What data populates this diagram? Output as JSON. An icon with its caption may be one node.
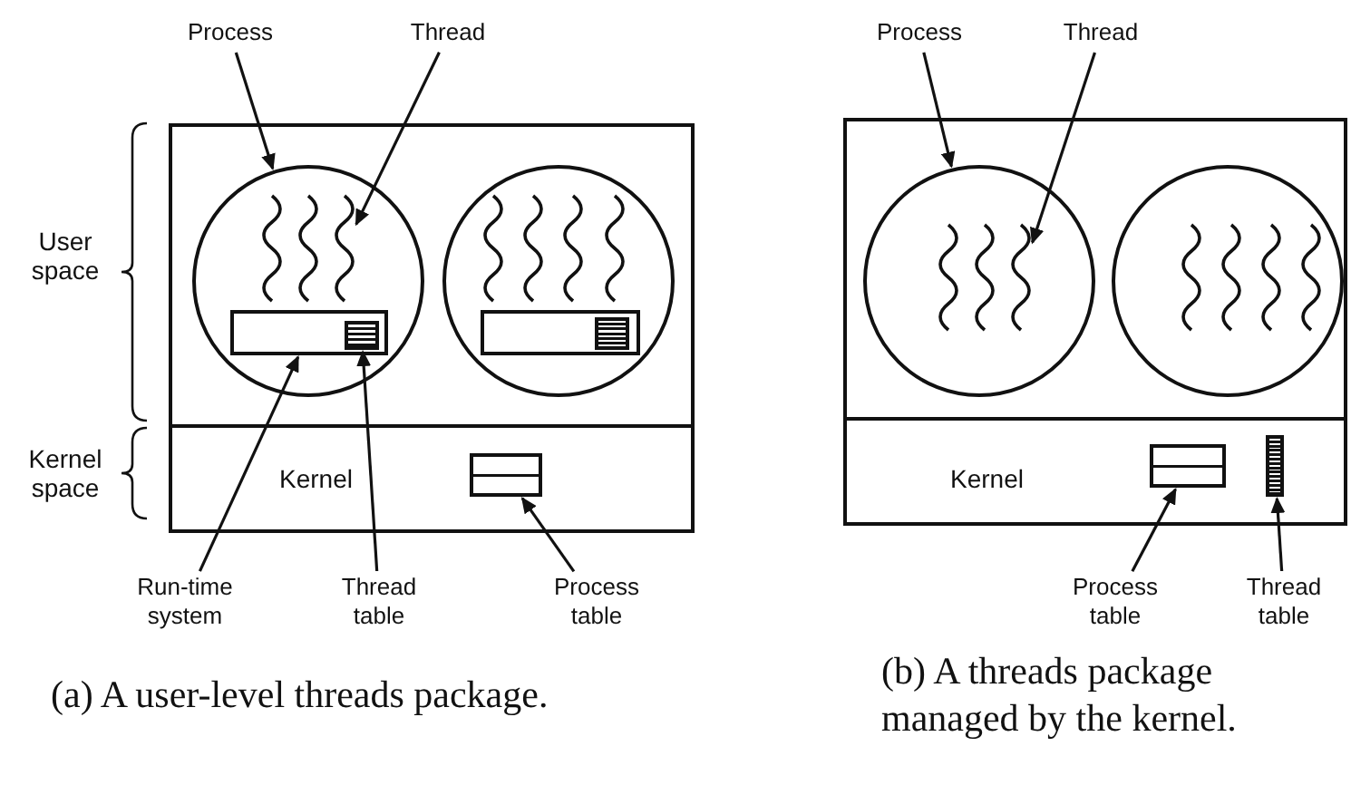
{
  "diagram": {
    "nodes": [
      {
        "text": [
          "Process"
        ]
      },
      {
        "text": [
          "Thread"
        ]
      },
      {
        "text": [],
        "shape": "box"
      },
      {
        "text": [],
        "shape": "circle",
        "in": 2
      },
      {
        "text": [],
        "shape": "wave",
        "in": 3
      },
      {
        "text": [],
        "shape": "box",
        "in": 3
      },
      {
        "text": [],
        "shape": "box",
        "in": 5
      },
      {
        "text": [],
        "shape": "circle",
        "in": 2
      },
      {
        "text": [],
        "shape": "box",
        "in": 7
      },
      {
        "text": [],
        "shape": "box",
        "in": 8
      },
      {
        "text": [
          "Kernel"
        ]
      },
      {
        "text": [],
        "shape": "box",
        "in": 10
      },
      {
        "text": [
          "Run-time system"
        ]
      },
      {
        "text": [
          "Thread table"
        ]
      },
      {
        "text": [
          "Process table"
        ]
      },
      {
        "text": [
          "Process"
        ]
      },
      {
        "text": [
          "Thread"
        ]
      },
      {
        "text": [],
        "shape": "box"
      },
      {
        "text": [],
        "shape": "circle",
        "in": 17
      },
      {
        "text": [],
        "shape": "wave",
        "in": 18
      },
      {
        "text": [],
        "shape": "circle",
        "in": 17
      },
      {
        "text": [
          "Kernel"
        ]
      },
      {
        "text": [],
        "shape": "box",
        "in": 21
      },
      {
        "text": [],
        "shape": "box",
        "in": 21
      },
      {
        "text": [
          "Process table"
        ]
      },
      {
        "text": [
          "Thread table"
        ]
      }
    ],
    "edges": [
      {
        "from": 0,
        "to": 3,
        "arrow": "to"
      },
      {
        "from": 1,
        "to": 4,
        "arrow": "to"
      },
      {
        "from": 12,
        "to": 5,
        "arrow": "to"
      },
      {
        "from": 13,
        "to": 6,
        "arrow": "to"
      },
      {
        "from": 14,
        "to": 11,
        "arrow": "to"
      },
      {
        "from": 15,
        "to": 18,
        "arrow": "to"
      },
      {
        "from": 16,
        "to": 19,
        "arrow": "to"
      },
      {
        "from": 24,
        "to": 22,
        "arrow": "to"
      },
      {
        "from": 25,
        "to": 23,
        "arrow": "to"
      }
    ],
    "labels": [
      "User space",
      "Kernel space",
      "(a) A user-level threads package.",
      "(b) A threads package managed by the kernel."
    ]
  }
}
